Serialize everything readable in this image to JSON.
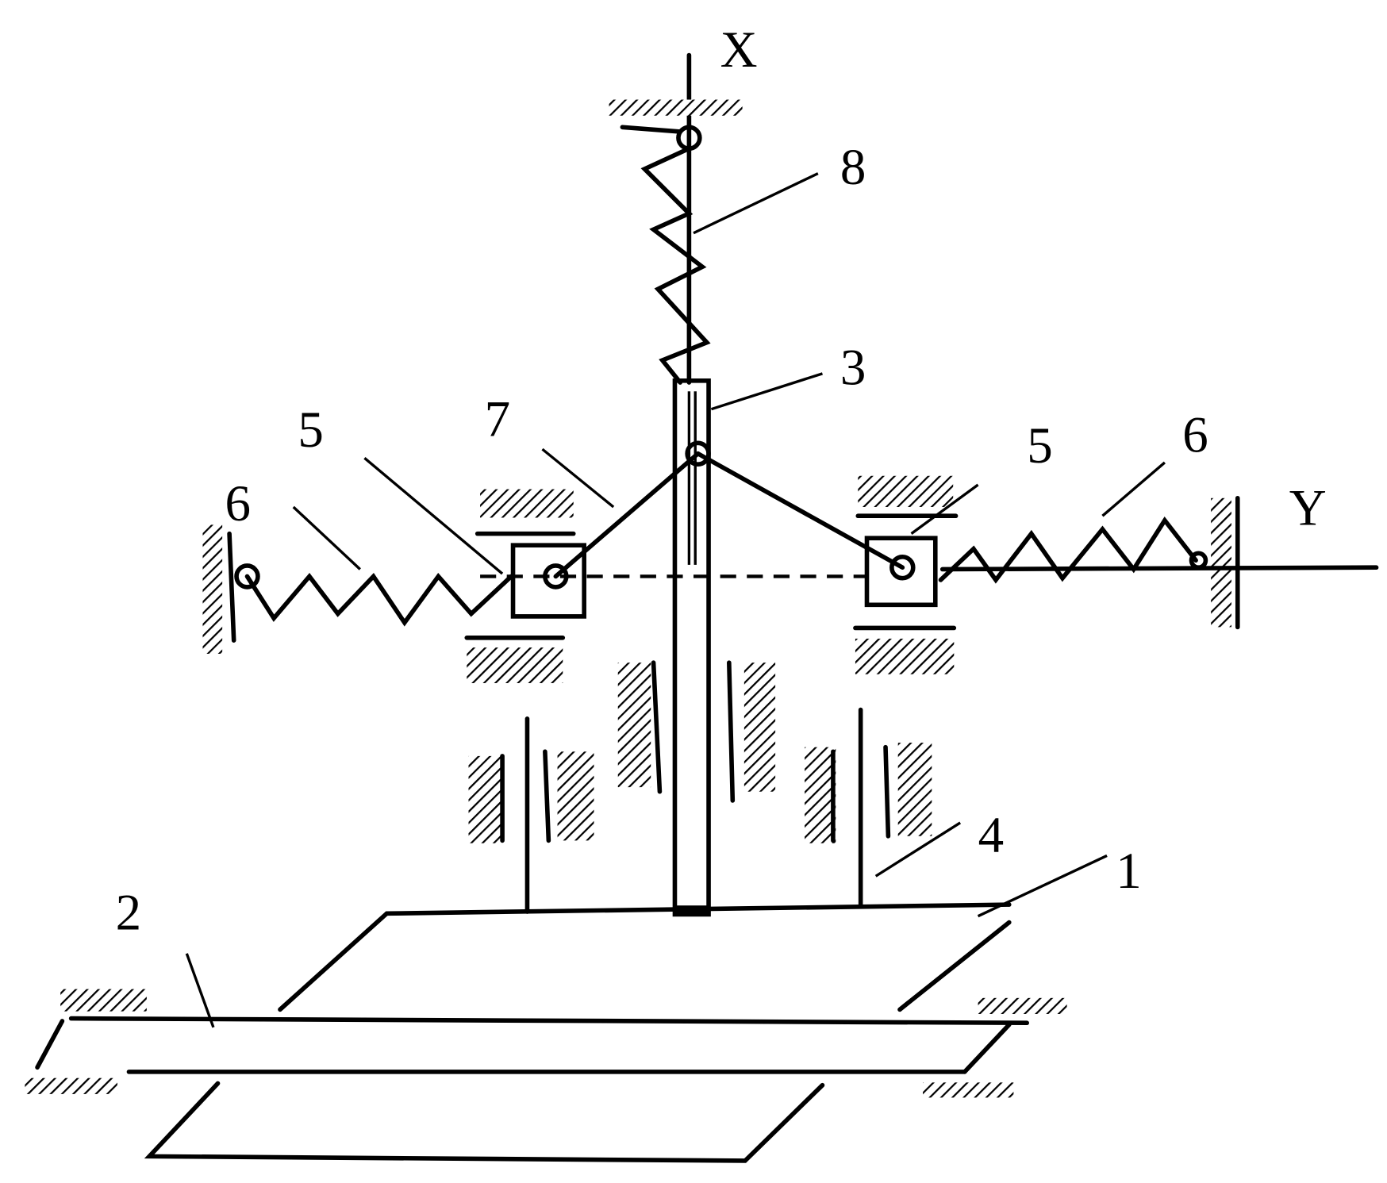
{
  "diagram": {
    "axes": {
      "x": "X",
      "y": "Y"
    },
    "part_labels": {
      "plate_1": "1",
      "base_2": "2",
      "rod_3": "3",
      "plate_4": "4",
      "slider_5_left": "5",
      "slider_5_right": "5",
      "spring_6_left": "6",
      "spring_6_right": "6",
      "link_7": "7",
      "spring_8": "8"
    },
    "colors": {
      "stroke": "#000000",
      "background": "#ffffff"
    }
  }
}
